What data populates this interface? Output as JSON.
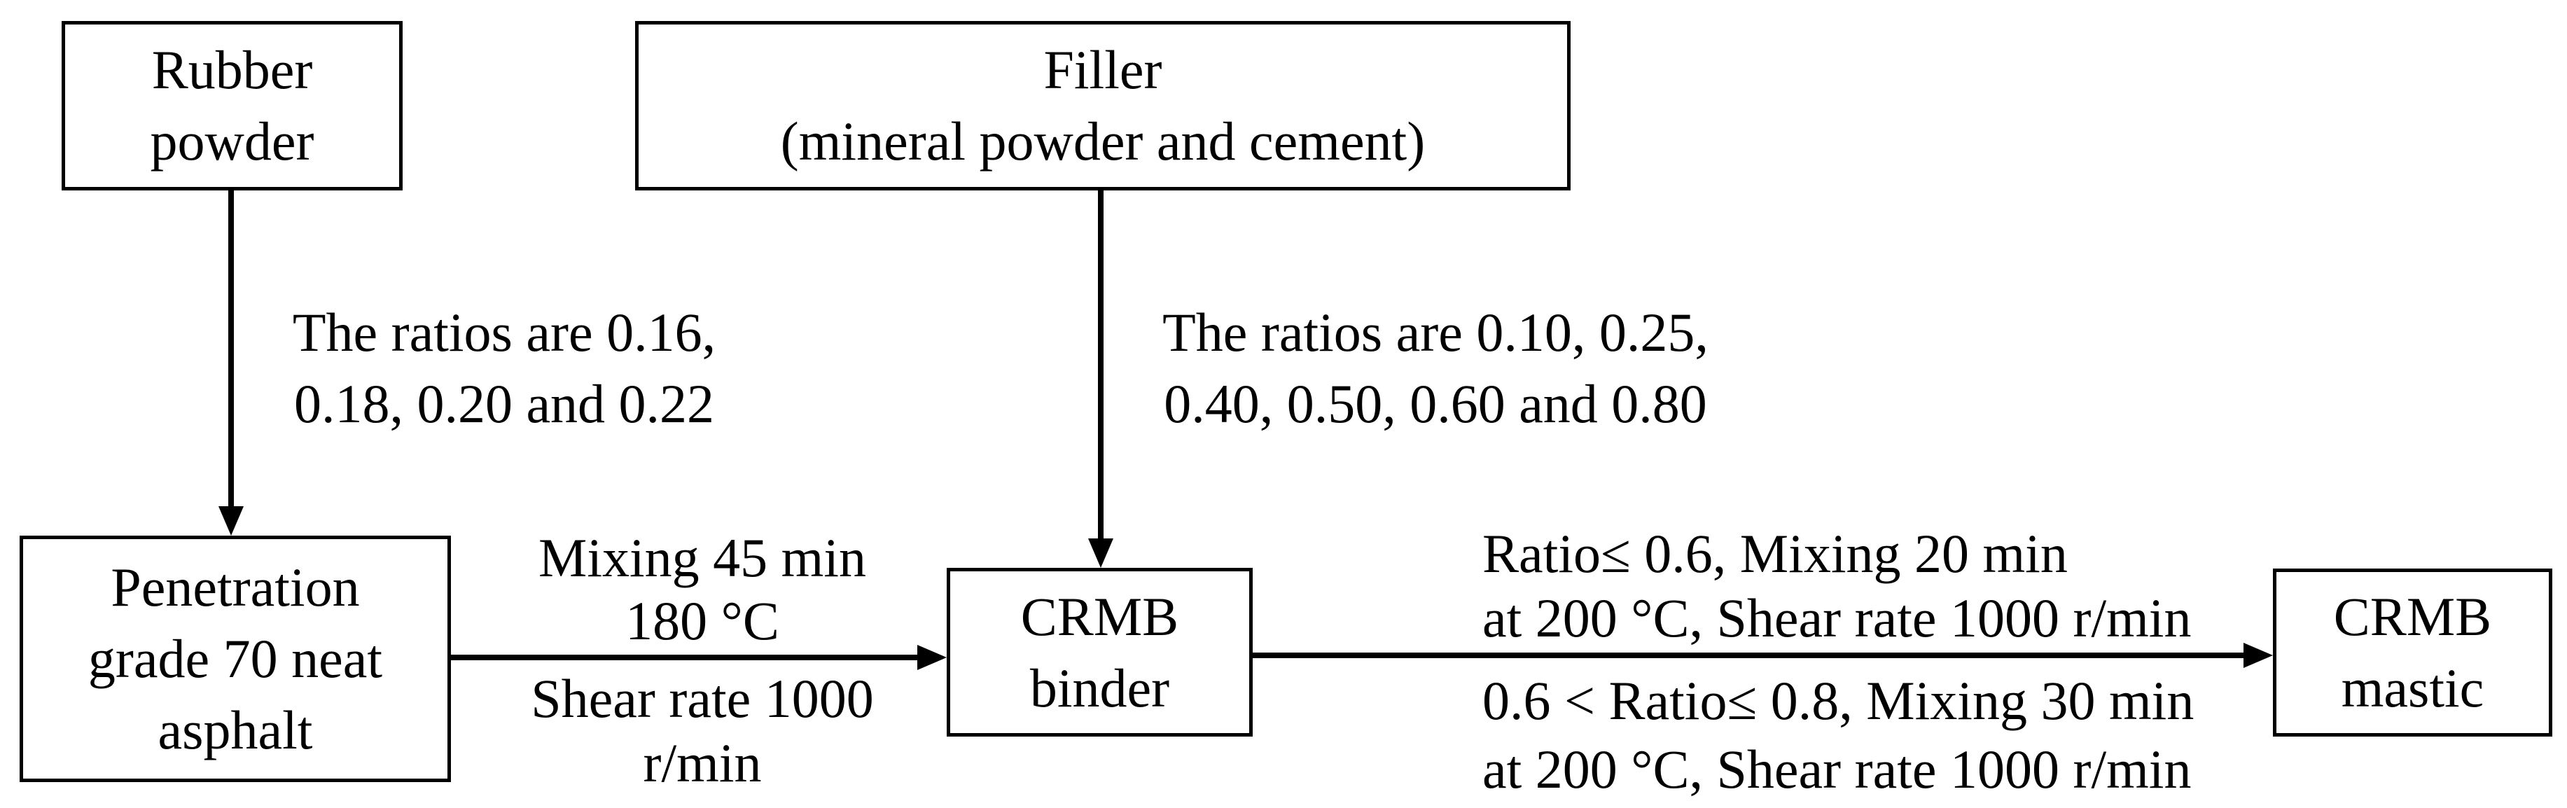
{
  "page": {
    "background": "#ffffff",
    "text_color": "#000000",
    "line_color": "#000000"
  },
  "diagram": {
    "boxes": [
      {
        "id": "rubber-powder",
        "lines": [
          "Rubber",
          "powder"
        ]
      },
      {
        "id": "filler",
        "lines": [
          "Filler",
          "(mineral powder and cement)"
        ]
      },
      {
        "id": "neat-asphalt",
        "lines": [
          "Penetration",
          "grade 70 neat",
          "asphalt"
        ]
      },
      {
        "id": "crmb-binder",
        "lines": [
          "CRMB",
          "binder"
        ]
      },
      {
        "id": "crmb-mastic",
        "lines": [
          "CRMB",
          "mastic"
        ]
      }
    ],
    "labels": [
      {
        "id": "rubber-ratios",
        "lines": [
          "The ratios are 0.16,",
          "0.18, 0.20 and 0.22"
        ]
      },
      {
        "id": "filler-ratios",
        "lines": [
          "The ratios are 0.10, 0.25,",
          "0.40, 0.50, 0.60 and 0.80"
        ]
      },
      {
        "id": "binder-mixing-above",
        "lines": [
          "Mixing 45 min",
          "180 °C"
        ]
      },
      {
        "id": "binder-mixing-below",
        "lines": [
          "Shear rate 1000",
          "r/min"
        ]
      },
      {
        "id": "mastic-mixing-above",
        "lines": [
          "Ratio≤ 0.6, Mixing 20 min",
          "at 200 °C, Shear rate 1000 r/min"
        ]
      },
      {
        "id": "mastic-mixing-below",
        "lines": [
          "0.6 < Ratio≤ 0.8, Mixing 30 min",
          "at 200 °C, Shear rate 1000 r/min"
        ]
      }
    ]
  }
}
